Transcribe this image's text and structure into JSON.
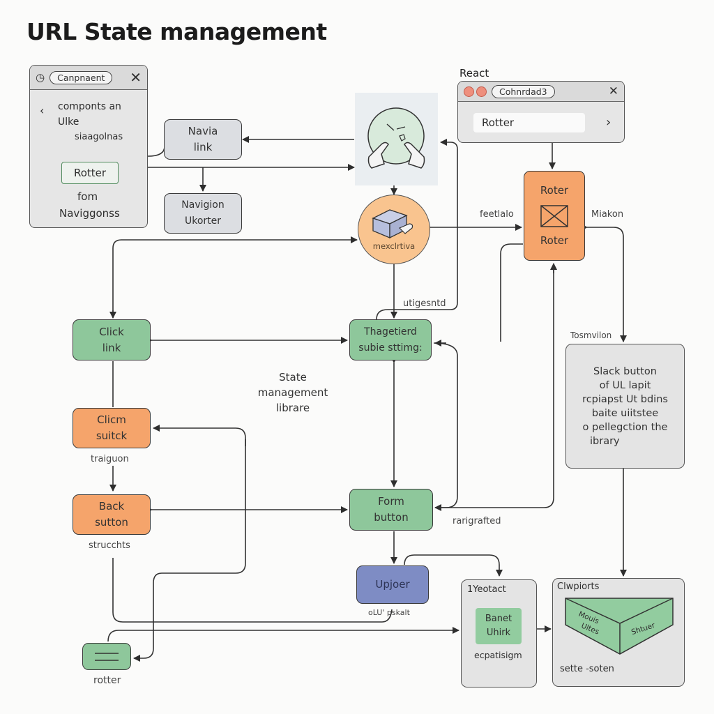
{
  "title": "URL State management",
  "colors": {
    "green": "#8ec79b",
    "orange": "#f5a46b",
    "grey": "#dcdee2",
    "blue": "#7e8cc4",
    "line": "#333333"
  },
  "component_window": {
    "tab_label": "Canpnaent",
    "clock_icon": "clock-icon",
    "close_icon": "close-icon",
    "text_line1": "componts an",
    "text_line2": "Ulke",
    "text_line3": "siaagolnas",
    "router_button": "Rotter",
    "footer_line1": "fom",
    "footer_line2": "Naviggonss"
  },
  "react_window": {
    "heading": "React",
    "tab_label": "Cohnrdad3",
    "router_field": "Rotter",
    "chevron_icon": "chevron-right-icon",
    "close_icon": "close-icon"
  },
  "nodes": {
    "nav_link": [
      "Navia",
      "link"
    ],
    "navigation_router": [
      "Navigion",
      "Ukorter"
    ],
    "gesture_icon": "touch-gesture-icon",
    "box_node_label": "mexclrtiva",
    "router_node": [
      "Roter",
      "Roter"
    ],
    "click_link": [
      "Click",
      "link"
    ],
    "triggered_state": [
      "Thagetierd",
      "subie sttimg:"
    ],
    "click_switch": [
      "Clicm",
      "suitck"
    ],
    "back_button": [
      "Back",
      "sutton"
    ],
    "form_button": [
      "Form",
      "button"
    ],
    "updater": "Upjoer",
    "slack_panel": [
      "Slack button",
      "of UL lapit",
      "rcpiapst Ut bdins",
      "baite uiitstee",
      "o pellegction the",
      "ibrary"
    ],
    "react_panel_title": "1Yeotact",
    "react_panel_inner": [
      "Banet",
      "Uhirk"
    ],
    "react_panel_footer": "ecpatisigm",
    "components_panel_title": "Clwpiorts",
    "prism_left": [
      "Mouis",
      "Ultes"
    ],
    "prism_right": "Shtuer",
    "components_panel_footer": "sette -soten",
    "rotter_node_label": "rotter"
  },
  "edge_labels": {
    "feetlalo": "feetlalo",
    "miakon": "Miakon",
    "utigesntd": "utigesntd",
    "state_library": [
      "State",
      "management",
      "librare"
    ],
    "traiguon": "traiguon",
    "strucchts": "strucchts",
    "tosmvilon": "Tosmvilon",
    "rarigrated": "rarigrafted",
    "oul_pskalt": "oLU' pskalt"
  }
}
